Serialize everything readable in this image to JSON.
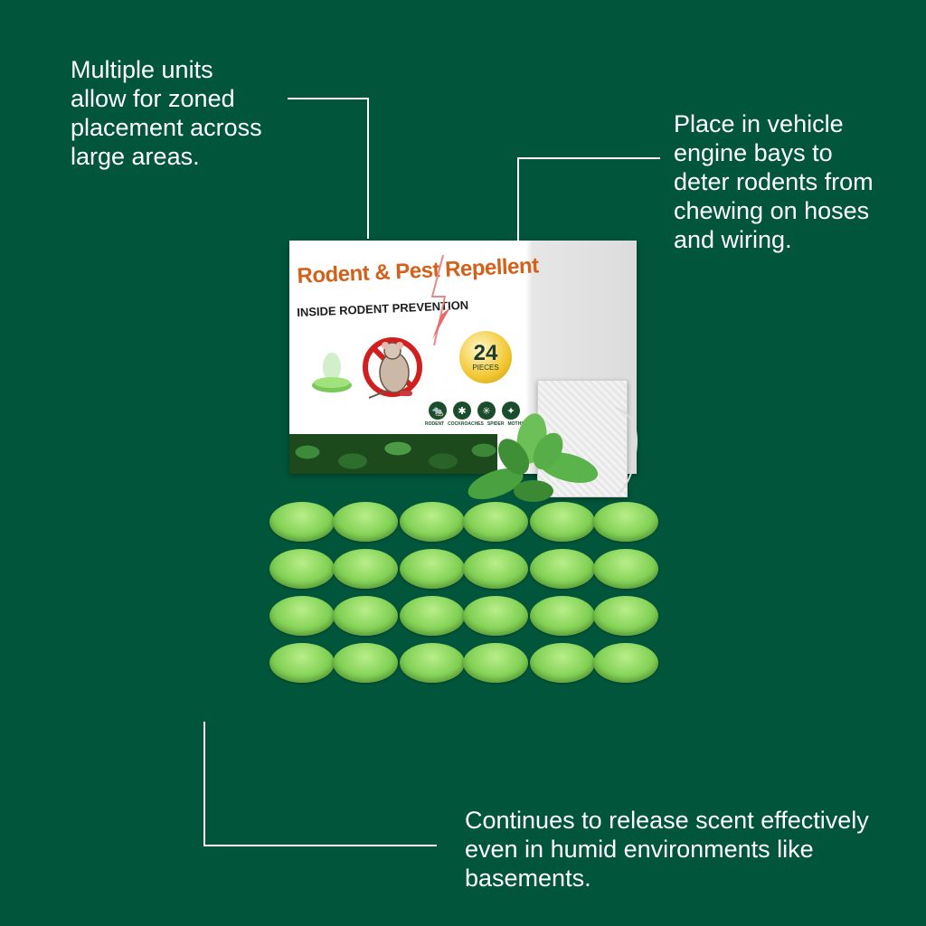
{
  "callouts": {
    "zoned": "Multiple units\nallow for zoned\nplacement across\nlarge areas.",
    "vehicle": "Place in vehicle\nengine bays to\ndeter rodents from\nchewing on hoses\nand wiring.",
    "humid": "Continues to release scent effectively\neven in humid environments like\nbasements."
  },
  "product_box": {
    "title": "Rodent & Pest Repellent",
    "subtitle": "INSIDE RODENT PREVENTION",
    "badge_count": "24",
    "badge_label": "PIECES",
    "pest_types": [
      "RODENT",
      "COCKROACHES",
      "SPIDER",
      "MOTHS"
    ],
    "colors": {
      "title": "#d4611a",
      "badge": "#f2c730",
      "accent": "#1a4d2c"
    }
  },
  "tablets": {
    "rows": 4,
    "per_row": 6,
    "color": "#84d257"
  },
  "theme": {
    "background": "#00553a",
    "text": "#ffffff"
  }
}
